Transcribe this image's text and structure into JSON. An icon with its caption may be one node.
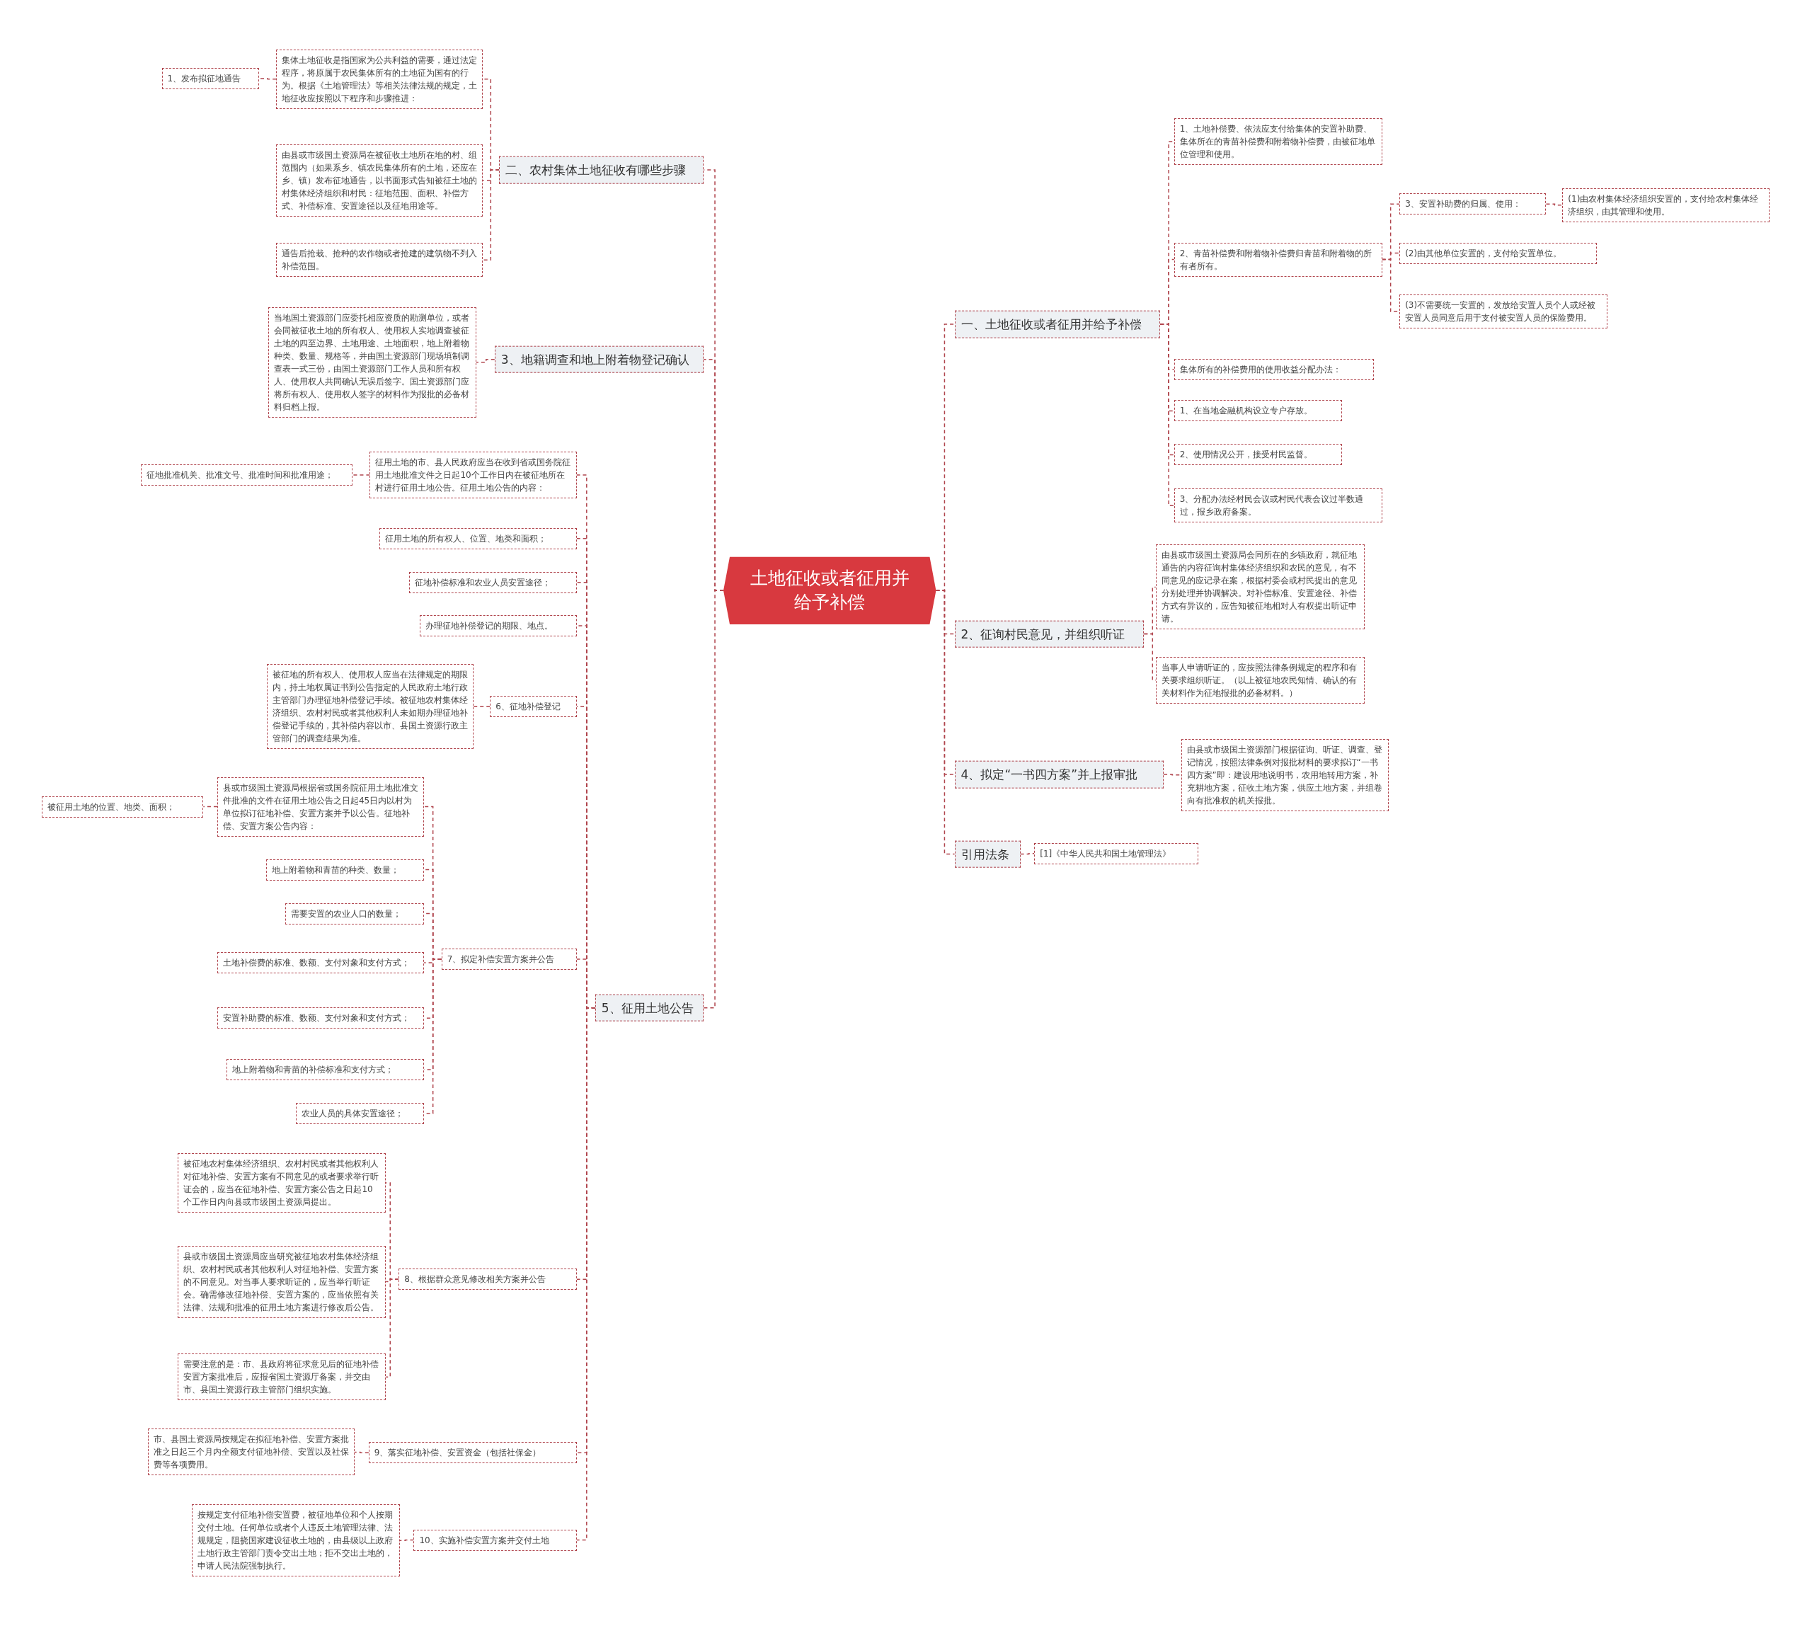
{
  "diagram": {
    "nodes": [
      {
        "text": [
          "土地征收或者征用并给予补偿"
        ]
      },
      {
        "text": [
          "二、农村集体土地征收有哪些步骤"
        ]
      },
      {
        "text": [
          "集体土地征收是指国家为公共利益的需要，通过法定程序，将原属于农民集体所有的土地征为国有的行为。根据《土地管理法》等相关法律法规的规定，土地征收应按照以下程序和步骤推进："
        ]
      },
      {
        "text": [
          "1、发布拟征地通告"
        ]
      },
      {
        "text": [
          "由县或市级国土资源局在被征收土地所在地的村、组范围内（如果系乡、镇农民集体所有的土地，还应在乡、镇）发布征地通告，以书面形式告知被征土地的村集体经济组织和村民：征地范围、面积、补偿方式、补偿标准、安置途径以及征地用途等。"
        ]
      },
      {
        "text": [
          "通告后抢栽、抢种的农作物或者抢建的建筑物不列入补偿范围。"
        ]
      },
      {
        "text": [
          "3、地籍调查和地上附着物登记确认"
        ]
      },
      {
        "text": [
          "当地国土资源部门应委托相应资质的勘测单位，或者会同被征收土地的所有权人、使用权人实地调查被征土地的四至边界、土地用途、土地面积，地上附着物种类、数量、规格等，并由国土资源部门现场填制调查表一式三份，由国土资源部门工作人员和所有权人、使用权人共同确认无误后签字。国土资源部门应将所有权人、使用权人签字的材料作为报批的必备材料归档上报。"
        ]
      },
      {
        "text": [
          "5、征用土地公告"
        ]
      },
      {
        "text": [
          "征用土地的市、县人民政府应当在收到省或国务院征用土地批准文件之日起10个工作日内在被征地所在村进行征用土地公告。征用土地公告的内容："
        ]
      },
      {
        "text": [
          "征地批准机关、批准文号、批准时间和批准用途；"
        ]
      },
      {
        "text": [
          "征用土地的所有权人、位置、地类和面积；"
        ]
      },
      {
        "text": [
          "征地补偿标准和农业人员安置途径；"
        ]
      },
      {
        "text": [
          "办理征地补偿登记的期限、地点。"
        ]
      },
      {
        "text": [
          "6、征地补偿登记"
        ]
      },
      {
        "text": [
          "被征地的所有权人、使用权人应当在法律规定的期限内，持土地权属证书到公告指定的人民政府土地行政主管部门办理征地补偿登记手续。被征地农村集体经济组织、农村村民或者其他权利人未如期办理征地补偿登记手续的，其补偿内容以市、县国土资源行政主管部门的调查结果为准。"
        ]
      },
      {
        "text": [
          "7、拟定补偿安置方案并公告"
        ]
      },
      {
        "text": [
          "县或市级国土资源局根据省或国务院征用土地批准文件批准的文件在征用土地公告之日起45日内以村为单位拟订征地补偿、安置方案并予以公告。征地补偿、安置方案公告内容："
        ]
      },
      {
        "text": [
          "被征用土地的位置、地类、面积；"
        ]
      },
      {
        "text": [
          "地上附着物和青苗的种类、数量；"
        ]
      },
      {
        "text": [
          "需要安置的农业人口的数量；"
        ]
      },
      {
        "text": [
          "土地补偿费的标准、数额、支付对象和支付方式；"
        ]
      },
      {
        "text": [
          "安置补助费的标准、数额、支付对象和支付方式；"
        ]
      },
      {
        "text": [
          "地上附着物和青苗的补偿标准和支付方式；"
        ]
      },
      {
        "text": [
          "农业人员的具体安置途径；"
        ]
      },
      {
        "text": [
          "8、根据群众意见修改相关方案并公告"
        ]
      },
      {
        "text": [
          "被征地农村集体经济组织、农村村民或者其他权利人对征地补偿、安置方案有不同意见的或者要求举行听证会的，应当在征地补偿、安置方案公告之日起10个工作日内向县或市级国土资源局提出。"
        ]
      },
      {
        "text": [
          "县或市级国土资源局应当研究被征地农村集体经济组织、农村村民或者其他权利人对征地补偿、安置方案的不同意见。对当事人要求听证的，应当举行听证会。确需修改征地补偿、安置方案的，应当依照有关法律、法规和批准的征用土地方案进行修改后公告。"
        ]
      },
      {
        "text": [
          "需要注意的是：市、县政府将征求意见后的征地补偿安置方案批准后，应报省国土资源厅备案，并交由市、县国土资源行政主管部门组织实施。"
        ]
      },
      {
        "text": [
          "9、落实征地补偿、安置资金（包括社保金）"
        ]
      },
      {
        "text": [
          "市、县国土资源局按规定在拟征地补偿、安置方案批准之日起三个月内全额支付征地补偿、安置以及社保费等各项费用。"
        ]
      },
      {
        "text": [
          "10、实施补偿安置方案并交付土地"
        ]
      },
      {
        "text": [
          "按规定支付征地补偿安置费，被征地单位和个人按期交付土地。任何单位或者个人违反土地管理法律、法规规定，阻挠国家建设征收土地的，由县级以上政府土地行政主管部门责令交出土地；拒不交出土地的，申请人民法院强制执行。"
        ]
      },
      {
        "text": [
          "一、土地征收或者征用并给予补偿"
        ]
      },
      {
        "text": [
          "1、土地补偿费、依法应支付给集体的安置补助费、集体所在的青苗补偿费和附着物补偿费，由被征地单位管理和使用。"
        ]
      },
      {
        "text": [
          "2、青苗补偿费和附着物补偿费归青苗和附着物的所有者所有。"
        ]
      },
      {
        "text": [
          "3、安置补助费的归属、使用："
        ]
      },
      {
        "text": [
          "(1)由农村集体经济组织安置的，支付给农村集体经济组织，由其管理和使用。"
        ]
      },
      {
        "text": [
          "(2)由其他单位安置的，支付给安置单位。"
        ]
      },
      {
        "text": [
          "(3)不需要统一安置的，发放给安置人员个人或经被安置人员同意后用于支付被安置人员的保险费用。"
        ]
      },
      {
        "text": [
          "集体所有的补偿费用的使用收益分配办法："
        ]
      },
      {
        "text": [
          "1、在当地金融机构设立专户存放。"
        ]
      },
      {
        "text": [
          "2、使用情况公开，接受村民监督。"
        ]
      },
      {
        "text": [
          "3、分配办法经村民会议或村民代表会议过半数通过，报乡政府备案。"
        ]
      },
      {
        "text": [
          "2、征询村民意见，并组织听证"
        ]
      },
      {
        "text": [
          "由县或市级国土资源局会同所在的乡镇政府，就征地通告的内容征询村集体经济组织和农民的意见，有不同意见的应记录在案，根据村委会或村民提出的意见分别处理并协调解决。对补偿标准、安置途径、补偿方式有异议的，应告知被征地相对人有权提出听证申请。"
        ]
      },
      {
        "text": [
          "当事人申请听证的，应按照法律条例规定的程序和有关要求组织听证。（以上被征地农民知情、确认的有关材料作为征地报批的必备材料。）"
        ]
      },
      {
        "text": [
          "4、拟定“一书四方案”并上报审批"
        ]
      },
      {
        "text": [
          "由县或市级国土资源部门根据征询、听证、调查、登记情况，按照法律条例对报批材料的要求拟订“一书四方案”即：建设用地说明书，农用地转用方案，补充耕地方案，征收土地方案，供应土地方案，并组卷向有批准权的机关报批。"
        ]
      },
      {
        "text": [
          "引用法条"
        ]
      },
      {
        "text": [
          "[1]《中华人民共和国土地管理法》"
        ]
      }
    ],
    "edges": [
      {
        "from": 0,
        "to": 1,
        "arrow": "none"
      },
      {
        "from": 1,
        "to": 2,
        "arrow": "none"
      },
      {
        "from": 2,
        "to": 3,
        "arrow": "none"
      },
      {
        "from": 1,
        "to": 4,
        "arrow": "none"
      },
      {
        "from": 1,
        "to": 5,
        "arrow": "none"
      },
      {
        "from": 0,
        "to": 6,
        "arrow": "none"
      },
      {
        "from": 6,
        "to": 7,
        "arrow": "none"
      },
      {
        "from": 0,
        "to": 8,
        "arrow": "none"
      },
      {
        "from": 8,
        "to": 9,
        "arrow": "none"
      },
      {
        "from": 9,
        "to": 10,
        "arrow": "none"
      },
      {
        "from": 8,
        "to": 11,
        "arrow": "none"
      },
      {
        "from": 8,
        "to": 12,
        "arrow": "none"
      },
      {
        "from": 8,
        "to": 13,
        "arrow": "none"
      },
      {
        "from": 8,
        "to": 14,
        "arrow": "none"
      },
      {
        "from": 14,
        "to": 15,
        "arrow": "none"
      },
      {
        "from": 8,
        "to": 16,
        "arrow": "none"
      },
      {
        "from": 16,
        "to": 17,
        "arrow": "none"
      },
      {
        "from": 17,
        "to": 18,
        "arrow": "none"
      },
      {
        "from": 16,
        "to": 19,
        "arrow": "none"
      },
      {
        "from": 16,
        "to": 20,
        "arrow": "none"
      },
      {
        "from": 16,
        "to": 21,
        "arrow": "none"
      },
      {
        "from": 16,
        "to": 22,
        "arrow": "none"
      },
      {
        "from": 16,
        "to": 23,
        "arrow": "none"
      },
      {
        "from": 16,
        "to": 24,
        "arrow": "none"
      },
      {
        "from": 8,
        "to": 25,
        "arrow": "none"
      },
      {
        "from": 25,
        "to": 26,
        "arrow": "none"
      },
      {
        "from": 25,
        "to": 27,
        "arrow": "none"
      },
      {
        "from": 25,
        "to": 28,
        "arrow": "none"
      },
      {
        "from": 8,
        "to": 29,
        "arrow": "none"
      },
      {
        "from": 29,
        "to": 30,
        "arrow": "none"
      },
      {
        "from": 8,
        "to": 31,
        "arrow": "none"
      },
      {
        "from": 31,
        "to": 32,
        "arrow": "none"
      },
      {
        "from": 0,
        "to": 33,
        "arrow": "none"
      },
      {
        "from": 33,
        "to": 34,
        "arrow": "none"
      },
      {
        "from": 33,
        "to": 35,
        "arrow": "none"
      },
      {
        "from": 35,
        "to": 36,
        "arrow": "none"
      },
      {
        "from": 36,
        "to": 37,
        "arrow": "none"
      },
      {
        "from": 35,
        "to": 38,
        "arrow": "none"
      },
      {
        "from": 35,
        "to": 39,
        "arrow": "none"
      },
      {
        "from": 33,
        "to": 40,
        "arrow": "none"
      },
      {
        "from": 33,
        "to": 41,
        "arrow": "none"
      },
      {
        "from": 33,
        "to": 42,
        "arrow": "none"
      },
      {
        "from": 33,
        "to": 43,
        "arrow": "none"
      },
      {
        "from": 0,
        "to": 44,
        "arrow": "none"
      },
      {
        "from": 44,
        "to": 45,
        "arrow": "none"
      },
      {
        "from": 44,
        "to": 46,
        "arrow": "none"
      },
      {
        "from": 0,
        "to": 47,
        "arrow": "none"
      },
      {
        "from": 47,
        "to": 48,
        "arrow": "none"
      },
      {
        "from": 0,
        "to": 49,
        "arrow": "none"
      },
      {
        "from": 49,
        "to": 50,
        "arrow": "none"
      }
    ]
  }
}
